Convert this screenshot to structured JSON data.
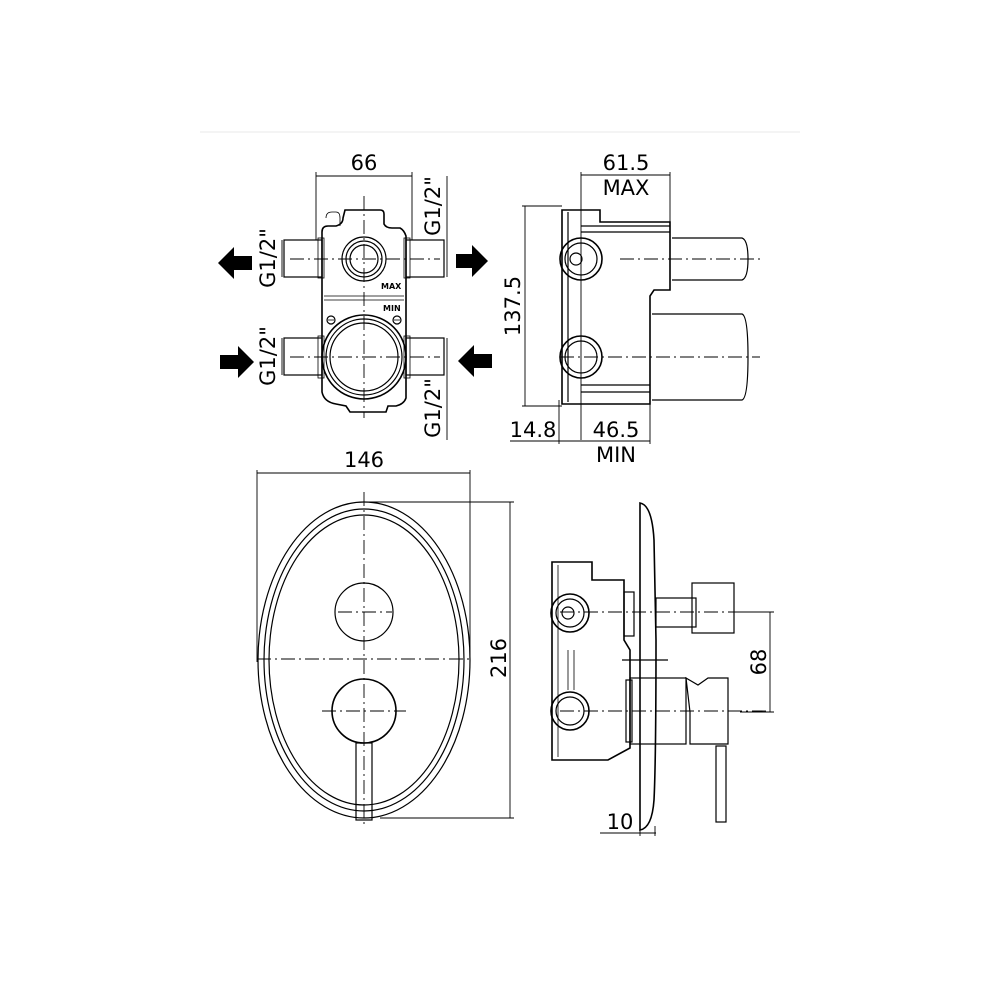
{
  "drawing": {
    "type": "technical-dimension-drawing",
    "subject": "concealed shower mixer with oval plate",
    "views": {
      "body_front": {
        "width_dim": "66",
        "thread_top_left": "G1/2\"",
        "thread_top_right": "G1/2\"",
        "thread_bottom_left": "G1/2\"",
        "thread_bottom_right": "G1/2\"",
        "marking_max": "MAX",
        "marking_min": "MIN",
        "flow_arrows": [
          "out-left",
          "out-right",
          "in-left",
          "in-right"
        ]
      },
      "body_side": {
        "height_dim": "137.5",
        "depth_max_value": "61.5",
        "depth_max_label": "MAX",
        "flange_dim": "14.8",
        "depth_min_value": "46.5",
        "depth_min_label": "MIN"
      },
      "plate_front": {
        "width_dim": "146",
        "height_dim": "216"
      },
      "assembly_side": {
        "spacing_dim": "68",
        "plate_thickness_dim": "10"
      }
    },
    "colors": {
      "line": "#000000",
      "background": "#ffffff"
    }
  }
}
